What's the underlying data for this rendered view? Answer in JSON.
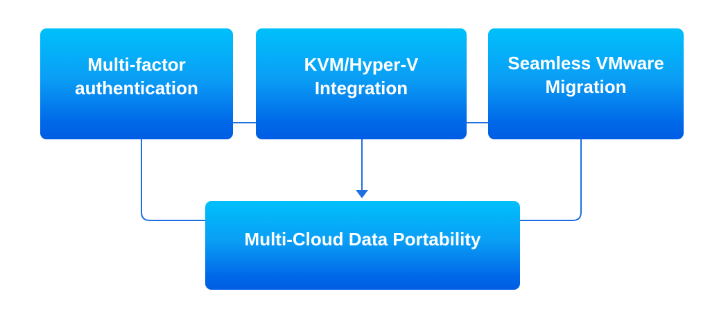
{
  "diagram": {
    "colors": {
      "box_gradient_top": "#00c0fb",
      "box_gradient_bottom": "#005de4",
      "connector": "#1e6fe0",
      "text": "#ffffff",
      "background": "#ffffff"
    },
    "nodes": [
      {
        "id": "mfa",
        "line1": "Multi-factor",
        "line2": "authentication"
      },
      {
        "id": "kvm",
        "line1": "KVM/Hyper-V",
        "line2": "Integration"
      },
      {
        "id": "vmware",
        "line1": "Seamless VMware",
        "line2": "Migration"
      },
      {
        "id": "portability",
        "line1": "Multi-Cloud Data Portability"
      }
    ],
    "edges": [
      {
        "from": "mfa",
        "to": "kvm",
        "type": "line"
      },
      {
        "from": "kvm",
        "to": "vmware",
        "type": "line"
      },
      {
        "from": "mfa",
        "to": "portability",
        "type": "elbow"
      },
      {
        "from": "kvm",
        "to": "portability",
        "type": "arrow"
      },
      {
        "from": "vmware",
        "to": "portability",
        "type": "elbow"
      }
    ]
  }
}
